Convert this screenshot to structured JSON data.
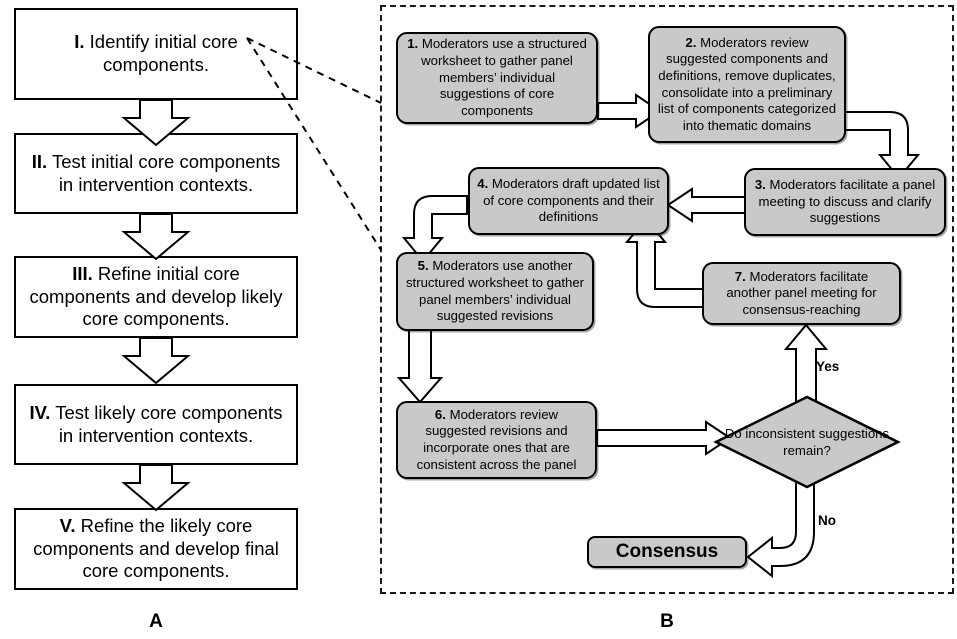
{
  "figure": {
    "panel_a": {
      "label": "A",
      "stages": [
        {
          "num": "I.",
          "text": " Identify initial core components."
        },
        {
          "num": "II.",
          "text": " Test initial core components in intervention contexts."
        },
        {
          "num": "III.",
          "text": " Refine initial core components and develop likely core components."
        },
        {
          "num": "IV.",
          "text": " Test likely core components in intervention contexts."
        },
        {
          "num": "V.",
          "text": " Refine the likely core components and develop final core components."
        }
      ]
    },
    "panel_b": {
      "label": "B",
      "steps": [
        {
          "num": "1.",
          "text": " Moderators use a structured worksheet to gather panel members’ individual suggestions of core components"
        },
        {
          "num": "2.",
          "text": " Moderators review suggested components and definitions, remove duplicates, consolidate into a preliminary list of components categorized into thematic domains"
        },
        {
          "num": "3.",
          "text": " Moderators facilitate a panel meeting to discuss and clarify suggestions"
        },
        {
          "num": "4.",
          "text": " Moderators draft updated list of core components and their definitions"
        },
        {
          "num": "5.",
          "text": " Moderators use another structured worksheet to gather panel members’ individual suggested revisions"
        },
        {
          "num": "6.",
          "text": " Moderators review suggested revisions and incorporate ones that are consistent across the panel"
        },
        {
          "num": "7.",
          "text": " Moderators facilitate another panel meeting for consensus-reaching"
        }
      ],
      "decision": {
        "text": "Do inconsistent suggestions remain?"
      },
      "terminal": {
        "text": "Consensus"
      },
      "edge_labels": {
        "yes": "Yes",
        "no": "No"
      }
    },
    "colors": {
      "process_fill": "#c9c9c9",
      "stroke": "#000000",
      "background": "#ffffff"
    }
  }
}
